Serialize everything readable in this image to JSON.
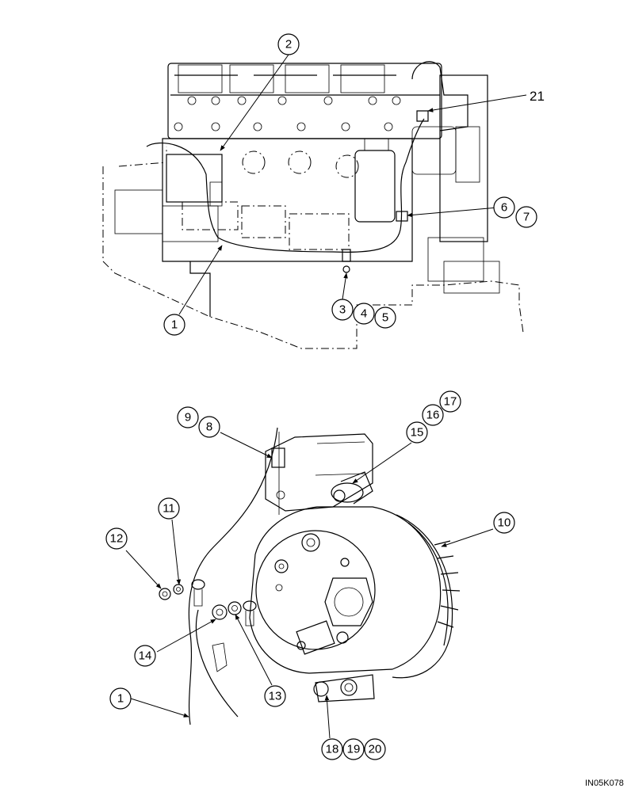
{
  "callouts": {
    "c2": "2",
    "c21": "21",
    "c6": "6",
    "c7": "7",
    "c3": "3",
    "c4": "4",
    "c5": "5",
    "c1_top": "1",
    "c9": "9",
    "c8": "8",
    "c17": "17",
    "c16": "16",
    "c15": "15",
    "c10": "10",
    "c11": "11",
    "c12": "12",
    "c14": "14",
    "c13": "13",
    "c1_bottom": "1",
    "c18": "18",
    "c19": "19",
    "c20": "20"
  },
  "reference_code": "IN05K078"
}
